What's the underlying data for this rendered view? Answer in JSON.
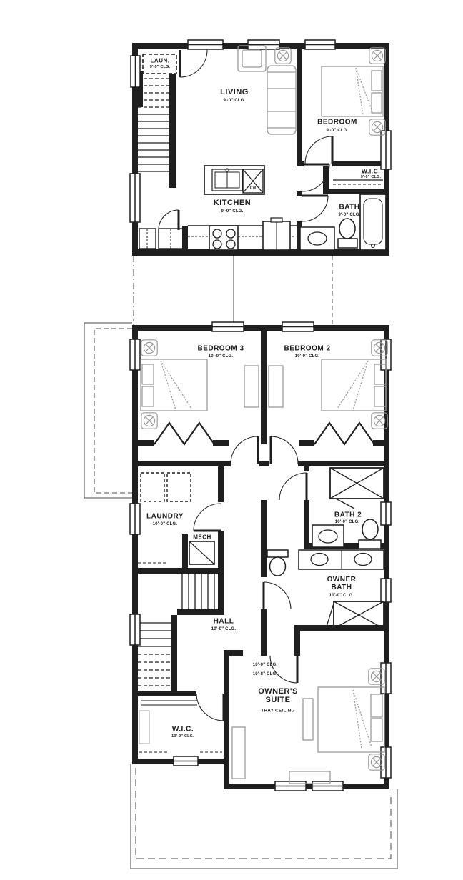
{
  "document": {
    "type": "two-story residential floor plan"
  },
  "colors": {
    "wall": "#1f1f1f",
    "furniture_outline": "#9a9a9a",
    "light_symbol": "#999999",
    "roof_outline": "#4a4a4a",
    "background": "#ffffff"
  },
  "floor1": {
    "rooms": {
      "laun": {
        "name": "LAUN.",
        "clg": "9'-0\" CLG."
      },
      "living": {
        "name": "LIVING",
        "clg": "9'-0\" CLG."
      },
      "bedroom": {
        "name": "BEDROOM",
        "clg": "9'-0\" CLG."
      },
      "wic": {
        "name": "W.I.C.",
        "clg": "9'-0\" CLG."
      },
      "kitchen": {
        "name": "KITCHEN",
        "clg": "9'-0\" CLG."
      },
      "bath": {
        "name": "BATH",
        "clg": "9'-0\" CLG."
      }
    },
    "labels": {
      "dishwasher": "DW"
    }
  },
  "floor2": {
    "rooms": {
      "bedroom3": {
        "name": "BEDROOM 3",
        "clg": "10'-0\" CLG."
      },
      "bedroom2": {
        "name": "BEDROOM 2",
        "clg": "10'-0\" CLG."
      },
      "laundry": {
        "name": "LAUNDRY",
        "clg": "10'-0\" CLG."
      },
      "mech": {
        "name": "MECH"
      },
      "bath2": {
        "name": "BATH 2",
        "clg": "10'-0\" CLG."
      },
      "owner_bath": {
        "name": "OWNER BATH",
        "clg": "10'-0\" CLG."
      },
      "hall": {
        "name": "HALL",
        "clg": "10'-0\" CLG."
      },
      "owners_suite": {
        "name": "OWNER'S SUITE",
        "sub": "TRAY CEILING"
      },
      "wic": {
        "name": "W.I.C.",
        "clg": "10'-0\" CLG."
      }
    },
    "ceiling_notes": {
      "line1": "10'-0\" CLG.",
      "line2": "10'-8\" CLG."
    }
  }
}
